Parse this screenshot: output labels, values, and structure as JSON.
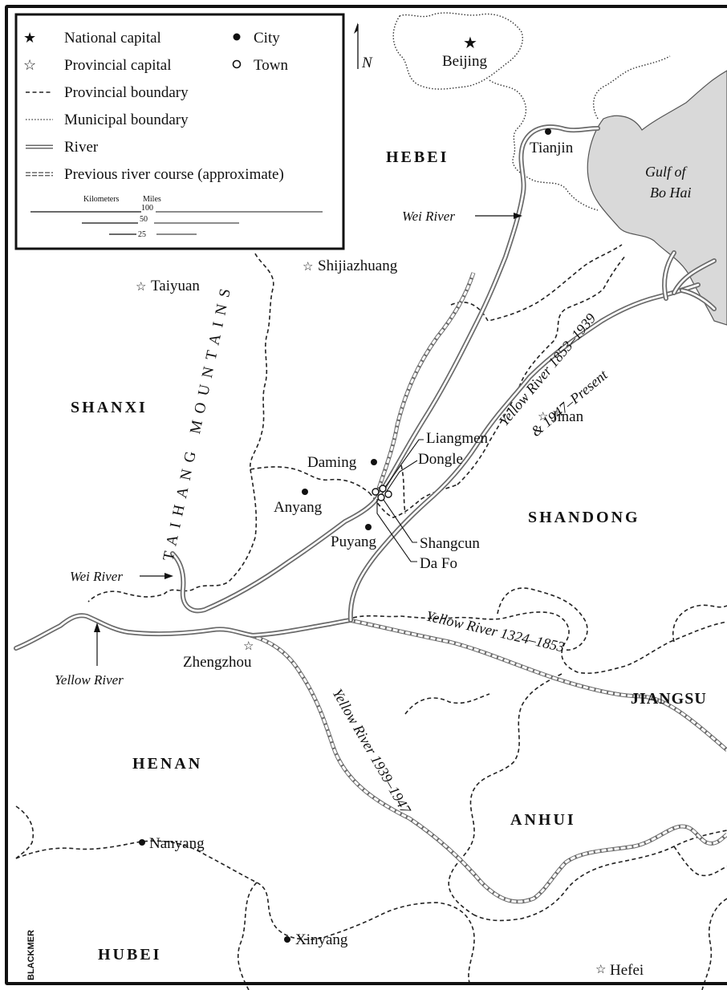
{
  "legend": {
    "national_capital": "National capital",
    "city": "City",
    "provincial_capital": "Provincial capital",
    "town": "Town",
    "provincial_boundary": "Provincial boundary",
    "municipal_boundary": "Municipal boundary",
    "river": "River",
    "previous_river": "Previous river course (approximate)",
    "scale": {
      "kilometers": "Kilometers",
      "miles": "Miles",
      "s100": "100",
      "s50": "50",
      "s25": "25"
    }
  },
  "north": "N",
  "provinces": {
    "hebei": "HEBEI",
    "shanxi": "SHANXI",
    "shandong": "SHANDONG",
    "henan": "HENAN",
    "jiangsu": "JIANGSU",
    "anhui": "ANHUI",
    "hubei": "HUBEI"
  },
  "places": {
    "beijing": "Beijing",
    "tianjin": "Tianjin",
    "shijiazhuang": "Shijiazhuang",
    "taiyuan": "Taiyuan",
    "jinan": "Jinan",
    "daming": "Daming",
    "anyang": "Anyang",
    "puyang": "Puyang",
    "liangmen": "Liangmen",
    "dongle": "Dongle",
    "shangcun": "Shangcun",
    "dafo": "Da Fo",
    "zhengzhou": "Zhengzhou",
    "nanyang": "Nanyang",
    "xinyang": "Xinyang",
    "hefei": "Hefei"
  },
  "water": {
    "gulf_line1": "Gulf of",
    "gulf_line2": "Bo Hai",
    "wei_river_north": "Wei River",
    "wei_river_south": "Wei River",
    "yellow_river": "Yellow River",
    "yr_1853": "Yellow River 1853–1939",
    "yr_1947": "& 1947–Present",
    "yr_1324": "Yellow River 1324–1853",
    "yr_1939": "Yellow River 1939–1947"
  },
  "mountains": "TAIHANG MOUNTAINS",
  "credit": "BLACKMER",
  "colors": {
    "sea": "#d9d9d9",
    "river": "#6a6a6a",
    "ink": "#111111"
  }
}
